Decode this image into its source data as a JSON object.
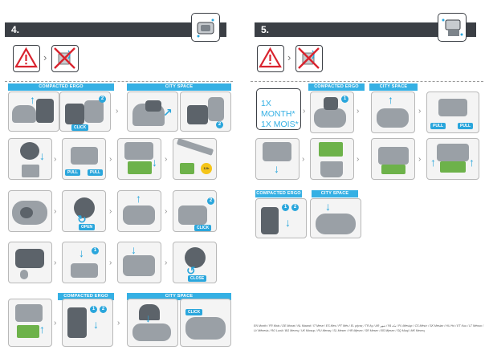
{
  "left_page": {
    "step": "4.",
    "labels": {
      "row1_a": "COMPACTED ERGO",
      "row1_b": "CITY SPACE",
      "row5_a": "COMPACTED ERGO",
      "row5_b": "CITY SPACE"
    },
    "tags": {
      "click1": "CLICK",
      "pull_left": "PULL",
      "pull_right": "PULL",
      "time": "12h",
      "open": "OPEN",
      "click2": "CLICK",
      "close": "CLOSE",
      "click3": "CLICK"
    }
  },
  "right_page": {
    "step": "5.",
    "labels": {
      "row1_a": "COMPACTED ERGO",
      "row1_b": "CITY SPACE",
      "row3_a": "COMPACTED ERGO",
      "row3_b": "CITY SPACE"
    },
    "month_line1": "1X MONTH*",
    "month_line2": "1X MOIS*",
    "tags": {
      "pull_left": "PULL",
      "pull_right": "PULL"
    },
    "footnote": "EN Month / FR Mois / DE Monat / NL Maand / IT Mese / ES Mes / PT Mês / EL μήνας / TR Ay / AR شهر / FA ماه / PL Miesiąc / CS Měsíc / SK Mesiac / HU Hó / ET Kuu / LT Mėnuo / LV Mēnesis / RO Lună / BG Месец / UK Місяць / RU Месяц / SL Mesec / HR Mjesec / SR Mesec / BS Mjesec / SQ Muaj / MK Месец"
  },
  "colors": {
    "accent_blue": "#35b0e4",
    "dark_bar": "#3b3f45",
    "filter_green": "#6db24a",
    "warning_red": "#d9232e"
  },
  "icons": [
    "warning-triangle-icon",
    "no-water-icon",
    "vacuum-filter-icon",
    "chevron-right-icon"
  ]
}
